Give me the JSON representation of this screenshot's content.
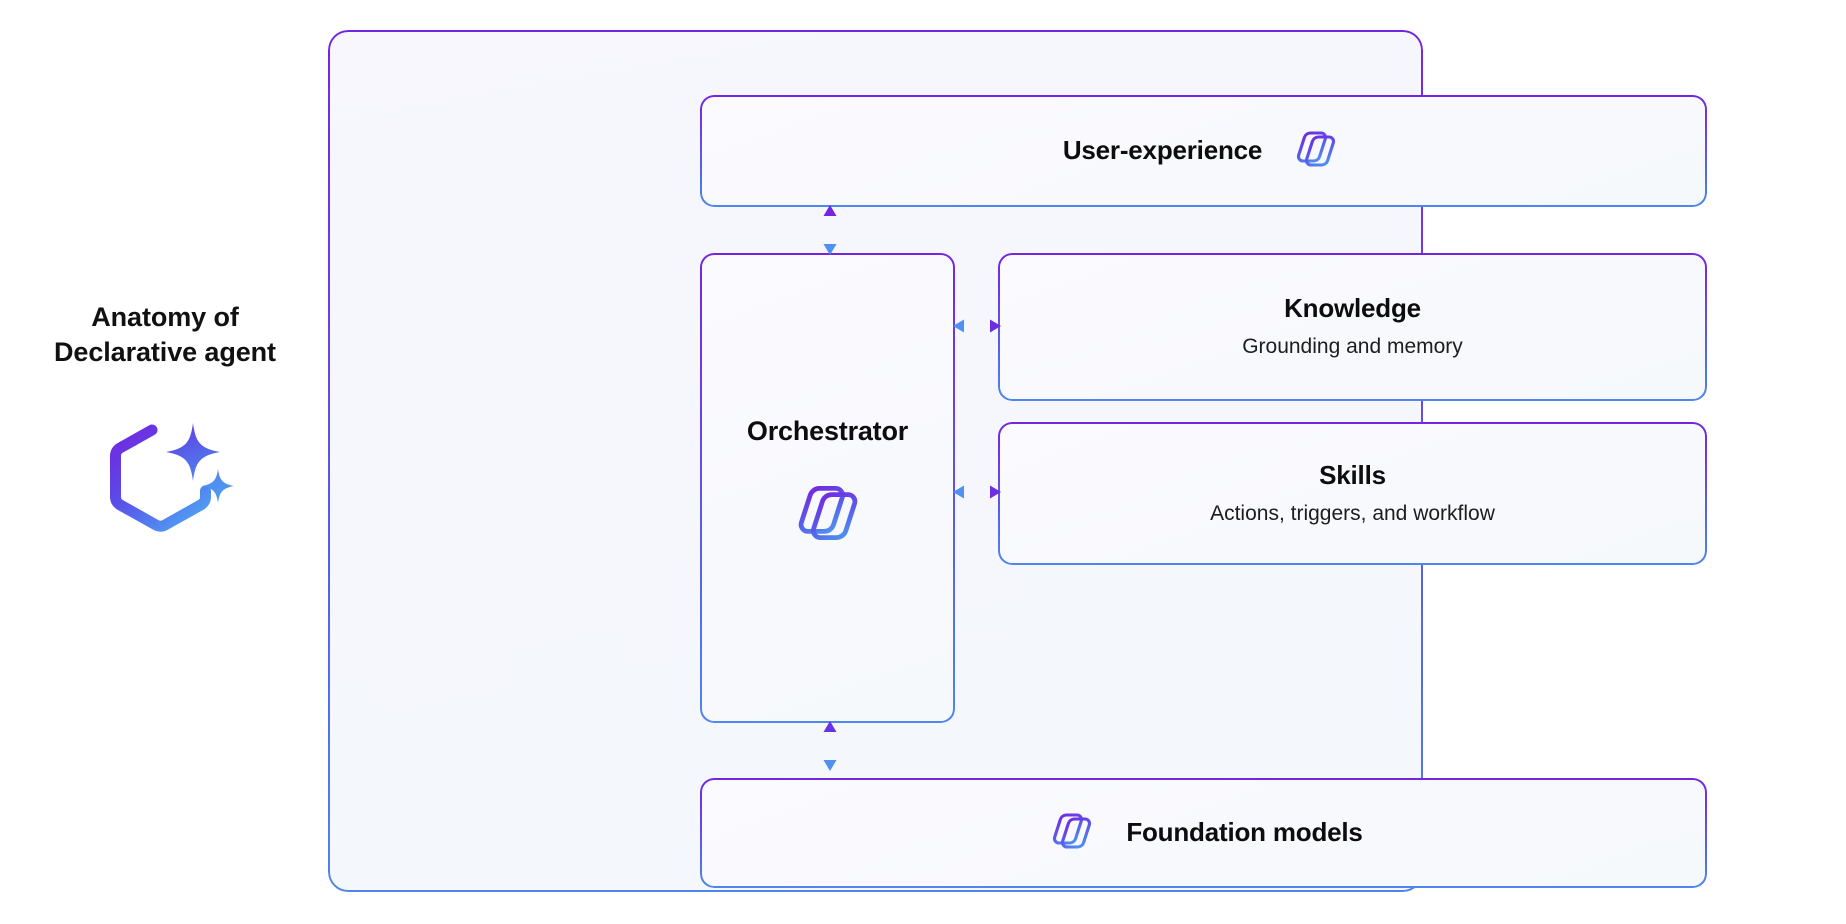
{
  "caption": {
    "title": "Anatomy of\nDeclarative agent",
    "logo_icon": "copilot-hexagon-sparkle-icon"
  },
  "diagram": {
    "container_name": "declarative-agent-anatomy-diagram",
    "cards": {
      "user_experience": {
        "title": "User-experience",
        "subtitle": "",
        "icon": "copilot-icon",
        "icon_position": "right"
      },
      "orchestrator": {
        "title": "Orchestrator",
        "subtitle": "",
        "icon": "copilot-icon",
        "icon_position": "below"
      },
      "knowledge": {
        "title": "Knowledge",
        "subtitle": "Grounding and memory",
        "icon": "",
        "icon_position": "none"
      },
      "skills": {
        "title": "Skills",
        "subtitle": "Actions, triggers, and workflow",
        "icon": "",
        "icon_position": "none"
      },
      "foundation_models": {
        "title": "Foundation models",
        "subtitle": "",
        "icon": "copilot-icon",
        "icon_position": "left"
      }
    },
    "connectors": [
      {
        "name": "user-experience-to-orchestrator",
        "orientation": "vertical",
        "double_headed": true
      },
      {
        "name": "orchestrator-to-knowledge",
        "orientation": "horizontal",
        "double_headed": true
      },
      {
        "name": "orchestrator-to-skills",
        "orientation": "horizontal",
        "double_headed": true
      },
      {
        "name": "orchestrator-to-foundation",
        "orientation": "vertical",
        "double_headed": true
      }
    ]
  },
  "colors": {
    "gradient_start_purple": "#7326e0",
    "gradient_end_blue": "#4f86ef",
    "canvas_background": "#ffffff",
    "container_background": "#f6f7fd",
    "card_background": "#f9f9fd",
    "text_primary": "#0d0d0d"
  }
}
